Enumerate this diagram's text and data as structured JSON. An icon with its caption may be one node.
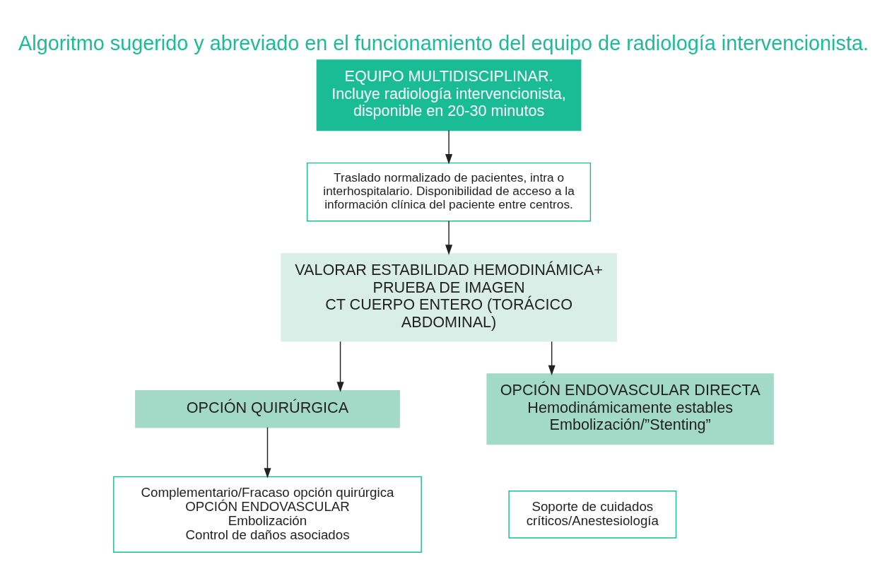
{
  "diagram": {
    "title": "Algoritmo sugerido y abreviado en el funcionamiento del equipo de radiología intervencionista.",
    "nodes": [
      {
        "text": [
          "EQUIPO MULTIDISCIPLINAR.",
          "Incluye radiología intervencionista, disponible en 20-30 minutos"
        ]
      },
      {
        "text": [
          "Traslado normalizado de pacientes, intra o interhospitalario. Disponibilidad de acceso a la información clínica del paciente entre centros."
        ]
      },
      {
        "text": [
          "VALORAR ESTABILIDAD HEMODINÁMICA+ PRUEBA DE IMAGEN",
          "CT CUERPO ENTERO (TORÁCICO ABDOMINAL)"
        ]
      },
      {
        "text": [
          "OPCIÓN QUIRÚRGICA"
        ]
      },
      {
        "text": [
          "OPCIÓN ENDOVASCULAR DIRECTA",
          "Hemodinámicamente estables",
          "Embolización/”Stenting”"
        ]
      },
      {
        "text": [
          "Complementario/Fracaso opción quirúrgica",
          "OPCIÓN ENDOVASCULAR",
          "Embolización",
          "Control de daños asociados"
        ]
      },
      {
        "text": [
          "Soporte de cuidados críticos/Anestesiología"
        ]
      }
    ],
    "edges": [
      {
        "from": 0,
        "to": 1,
        "arrow": "to"
      },
      {
        "from": 1,
        "to": 2,
        "arrow": "to"
      },
      {
        "from": 2,
        "to": 3,
        "arrow": "to"
      },
      {
        "from": 2,
        "to": 4,
        "arrow": "to"
      },
      {
        "from": 3,
        "to": 5,
        "arrow": "to"
      }
    ]
  }
}
